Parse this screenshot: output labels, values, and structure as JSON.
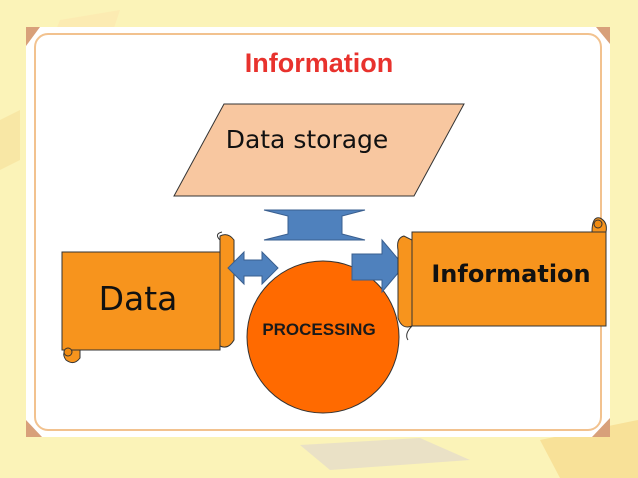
{
  "title": "Information",
  "nodes": {
    "storage": "Data storage",
    "input": "Data",
    "process": "PROCESSING",
    "output": "Information"
  },
  "colors": {
    "title": "#e8322d",
    "storage_fill": "#f8c7a0",
    "scroll_fill": "#f7941d",
    "process_fill": "#ff6a00",
    "arrow_fill": "#4f81bd",
    "background": "#fbf3b8"
  }
}
